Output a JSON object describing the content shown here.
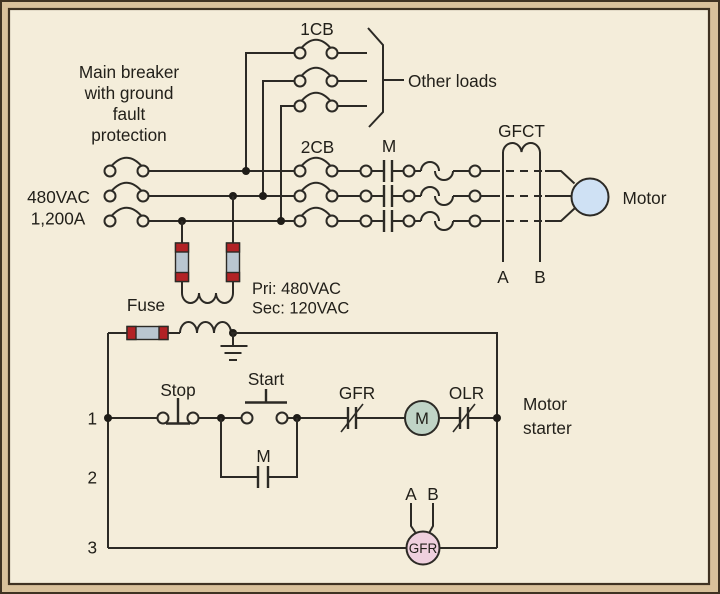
{
  "colors": {
    "canvas_background": "#f4edda",
    "frame_band": "#d9c19b",
    "frame_line": "#3f3222",
    "wire": "#2c2a25",
    "fuse_cap_red": "#b22225",
    "fuse_body_gray": "#b9c6d0",
    "motor_blue": "#cfe1f4",
    "m_coil_green": "#c0d4c6",
    "gfr_coil_pink": "#efd0de"
  },
  "power": {
    "cb1": "1CB",
    "other_loads": "Other loads",
    "note": [
      "Main breaker",
      "with ground",
      "fault",
      "protection"
    ],
    "voltage": "480VAC",
    "current": "1,200A",
    "cb2": "2CB",
    "m": "M",
    "gfct": "GFCT",
    "a": "A",
    "b": "B",
    "motor": "Motor"
  },
  "xfmr": {
    "pri": "Pri: 480VAC",
    "sec": "Sec: 120VAC",
    "fuse": "Fuse"
  },
  "ctrl": {
    "rungs": [
      "1",
      "2",
      "3"
    ],
    "stop": "Stop",
    "start": "Start",
    "gfr": "GFR",
    "m_coil": "M",
    "olr": "OLR",
    "starter": [
      "Motor",
      "starter"
    ],
    "m_aux": "M",
    "a": "A",
    "b": "B",
    "gfr_coil": "GFR"
  }
}
